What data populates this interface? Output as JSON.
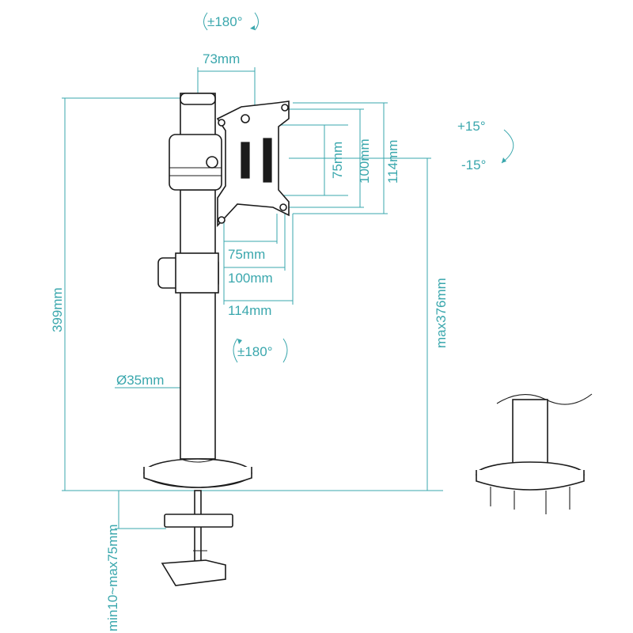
{
  "colors": {
    "dimension": "#3aa7ad",
    "object": "#1b1b1b",
    "background": "#ffffff"
  },
  "labels": {
    "rotate_top": "±180°",
    "tilt_up": "+15°",
    "tilt_down": "-15°",
    "offset_width": "73mm",
    "vesa_v_75": "75mm",
    "vesa_v_100": "100mm",
    "vesa_v_114": "114mm",
    "vesa_h_75": "75mm",
    "vesa_h_100": "100mm",
    "vesa_h_114": "114mm",
    "rotate_middle": "±180°",
    "pole_diameter": "Ø35mm",
    "total_height": "399mm",
    "max_height": "max376mm",
    "desk_thickness": "min10~max75mm"
  }
}
